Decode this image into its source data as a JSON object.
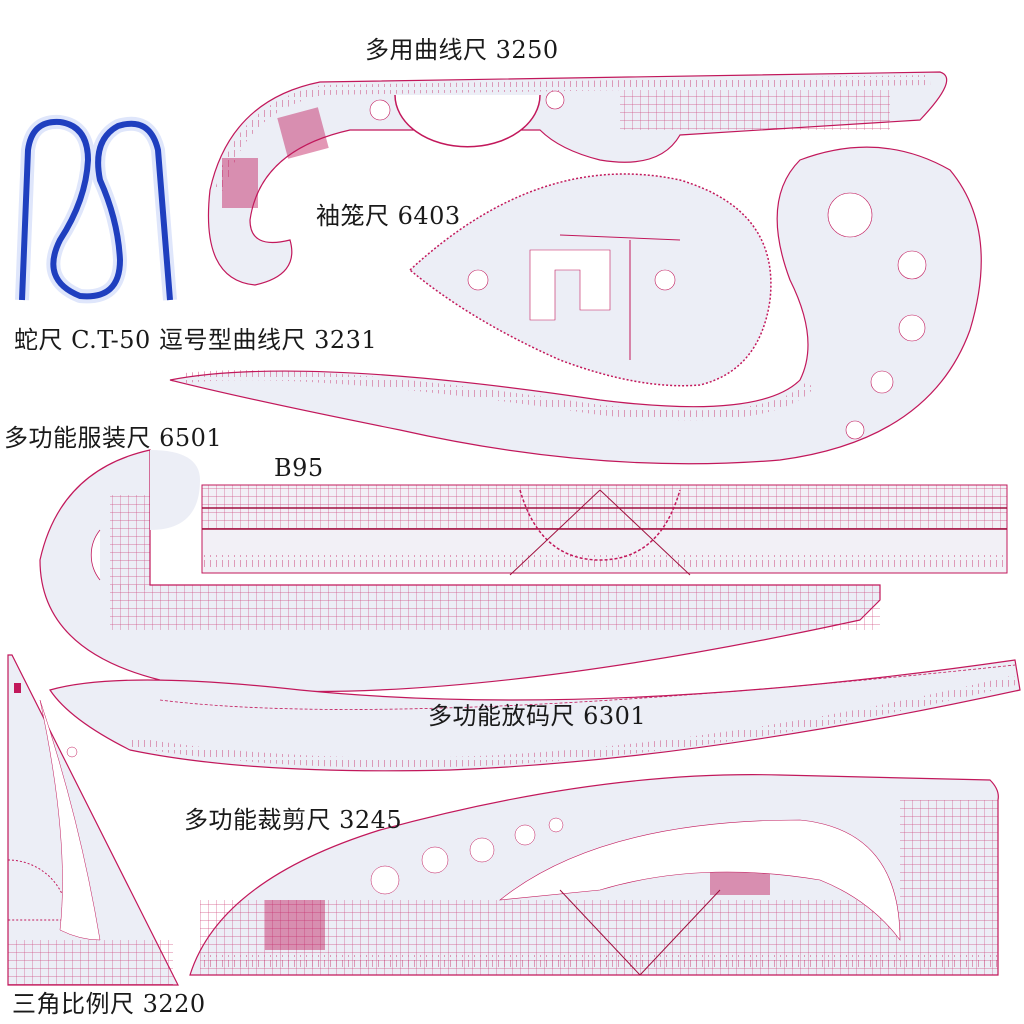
{
  "scene": {
    "description": "Product photo of a set of transparent sewing / pattern-making rulers with pink-magenta markings on white background, each labeled in Chinese",
    "background": "#ffffff",
    "ruler_fill": "#eceef6",
    "marking_color": "#c2185b",
    "snake_ruler_color": "#1f3fbf"
  },
  "labels": {
    "multi_curve_3250": "多用曲线尺 3250",
    "armhole_6403": "袖笼尺 6403",
    "snake_and_comma": "蛇尺 C.T-50  逗号型曲线尺 3231",
    "garment_6501": "多功能服装尺 6501",
    "b95": "B95",
    "grading_6301": "多功能放码尺 6301",
    "cutting_3245": "多功能裁剪尺 3245",
    "triangle_3220": "三角比例尺 3220"
  },
  "rulers": [
    {
      "name": "snake-ruler",
      "model": "C.T-50"
    },
    {
      "name": "multi-curve-ruler",
      "model": "3250"
    },
    {
      "name": "armhole-ruler",
      "model": "6403"
    },
    {
      "name": "comma-curve-ruler",
      "model": "3231"
    },
    {
      "name": "garment-ruler",
      "model": "6501"
    },
    {
      "name": "straight-ruler",
      "model": "B95"
    },
    {
      "name": "grading-ruler",
      "model": "6301"
    },
    {
      "name": "cutting-ruler",
      "model": "3245"
    },
    {
      "name": "triangle-scale-ruler",
      "model": "3220"
    }
  ]
}
